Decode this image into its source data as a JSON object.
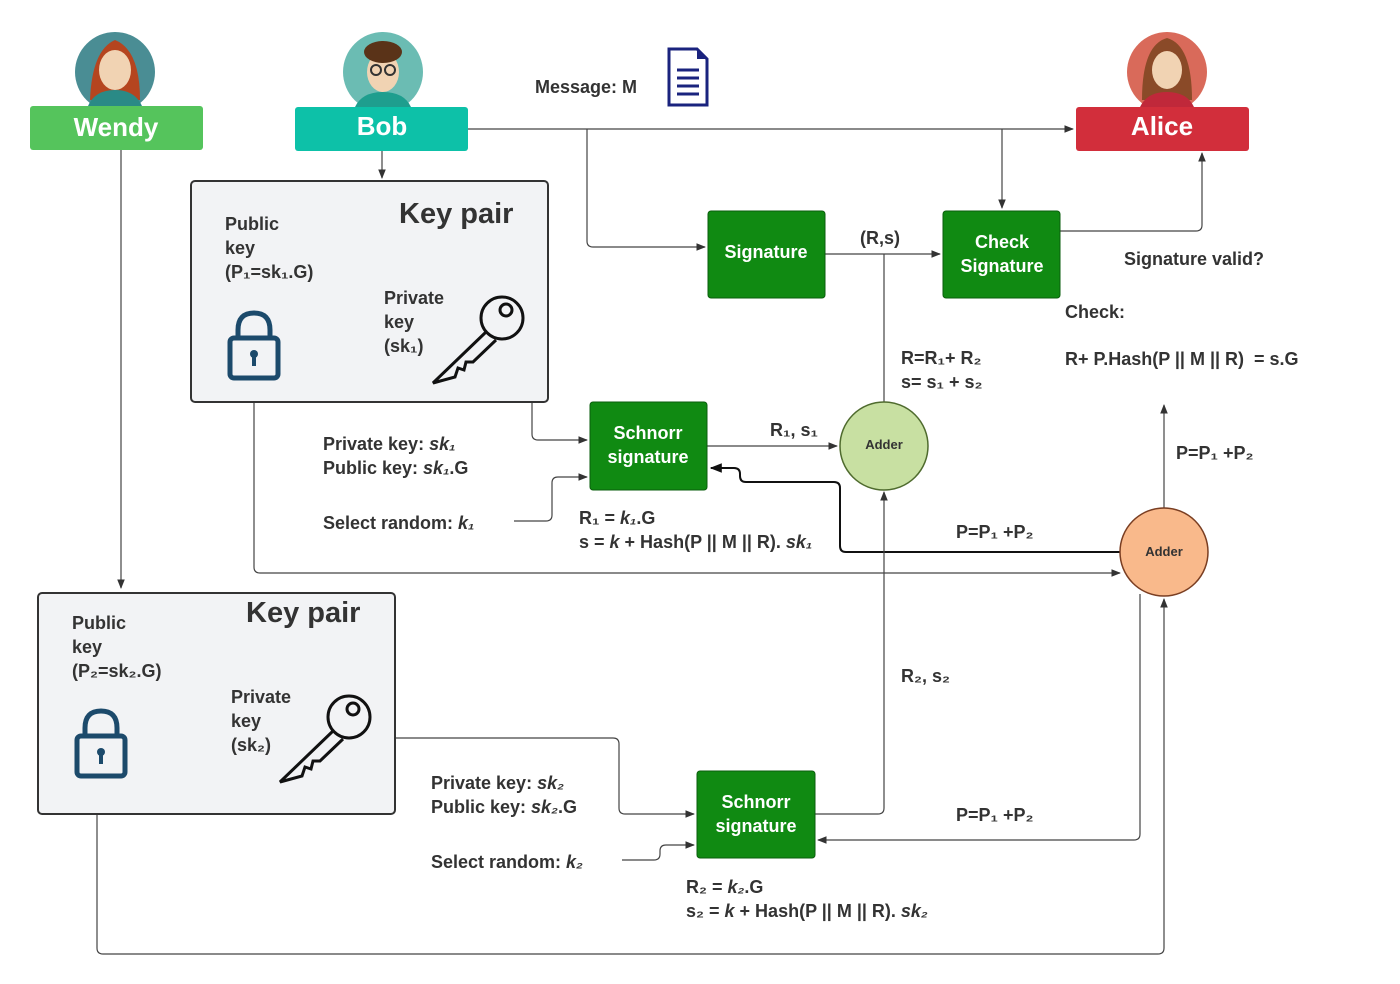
{
  "actors": {
    "wendy": {
      "label": "Wendy",
      "color": "#55c45c"
    },
    "bob": {
      "label": "Bob",
      "color": "#0dc1a8"
    },
    "alice": {
      "label": "Alice",
      "color": "#d22e3b"
    }
  },
  "message": {
    "label": "Message: M",
    "icon": "document-icon"
  },
  "keypair1": {
    "title": "Key pair",
    "public_lines": [
      "Public",
      "key",
      "(P₁=sk₁.G)"
    ],
    "private_lines": [
      "Private",
      "key",
      "(sk₁)"
    ]
  },
  "keypair2": {
    "title": "Key pair",
    "public_lines": [
      "Public",
      "key",
      "(P₂=sk₂.G)"
    ],
    "private_lines": [
      "Private",
      "key",
      "(sk₂)"
    ]
  },
  "boxes": {
    "signature": "Signature",
    "check_signature": [
      "Check",
      "Signature"
    ],
    "schnorr": [
      "Schnorr",
      "signature"
    ],
    "adder": "Adder",
    "green": "#108a12"
  },
  "labels": {
    "rs": "(R,s)",
    "signature_valid": "Signature valid?",
    "check": "Check:",
    "check_eq": "R+ P.Hash(P || M || R)  = s.G",
    "r_sum": "R=R₁+ R₂",
    "s_sum": "s= s₁ + s₂",
    "r1s1": "R₁, s₁",
    "r2s2": "R₂, s₂",
    "p_sum": "P=P₁ +P₂"
  },
  "party1": {
    "private_key": {
      "label": "Private key: ",
      "value": "sk₁"
    },
    "public_key": {
      "label": "Public key: ",
      "value": "sk₁",
      "suffix": ".G"
    },
    "select_random": {
      "label": "Select random: ",
      "value": "k₁"
    },
    "r_formula": {
      "a": "R₁ = ",
      "k": "k₁",
      "b": ".G"
    },
    "s_formula": {
      "a": "s = ",
      "k": "k",
      "b": " + Hash(P || M || R). ",
      "sk": "sk₁"
    }
  },
  "party2": {
    "private_key": {
      "label": "Private key: ",
      "value": "sk₂"
    },
    "public_key": {
      "label": "Public key: ",
      "value": "sk₂",
      "suffix": ".G"
    },
    "select_random": {
      "label": "Select random: ",
      "value": "k₂"
    },
    "r_formula": {
      "a": "R₂ = ",
      "k": "k₂",
      "b": ".G"
    },
    "s_formula": {
      "a": "s₂ = ",
      "k": "k",
      "b": " + Hash(P || M || R). ",
      "sk": "sk₂"
    }
  }
}
